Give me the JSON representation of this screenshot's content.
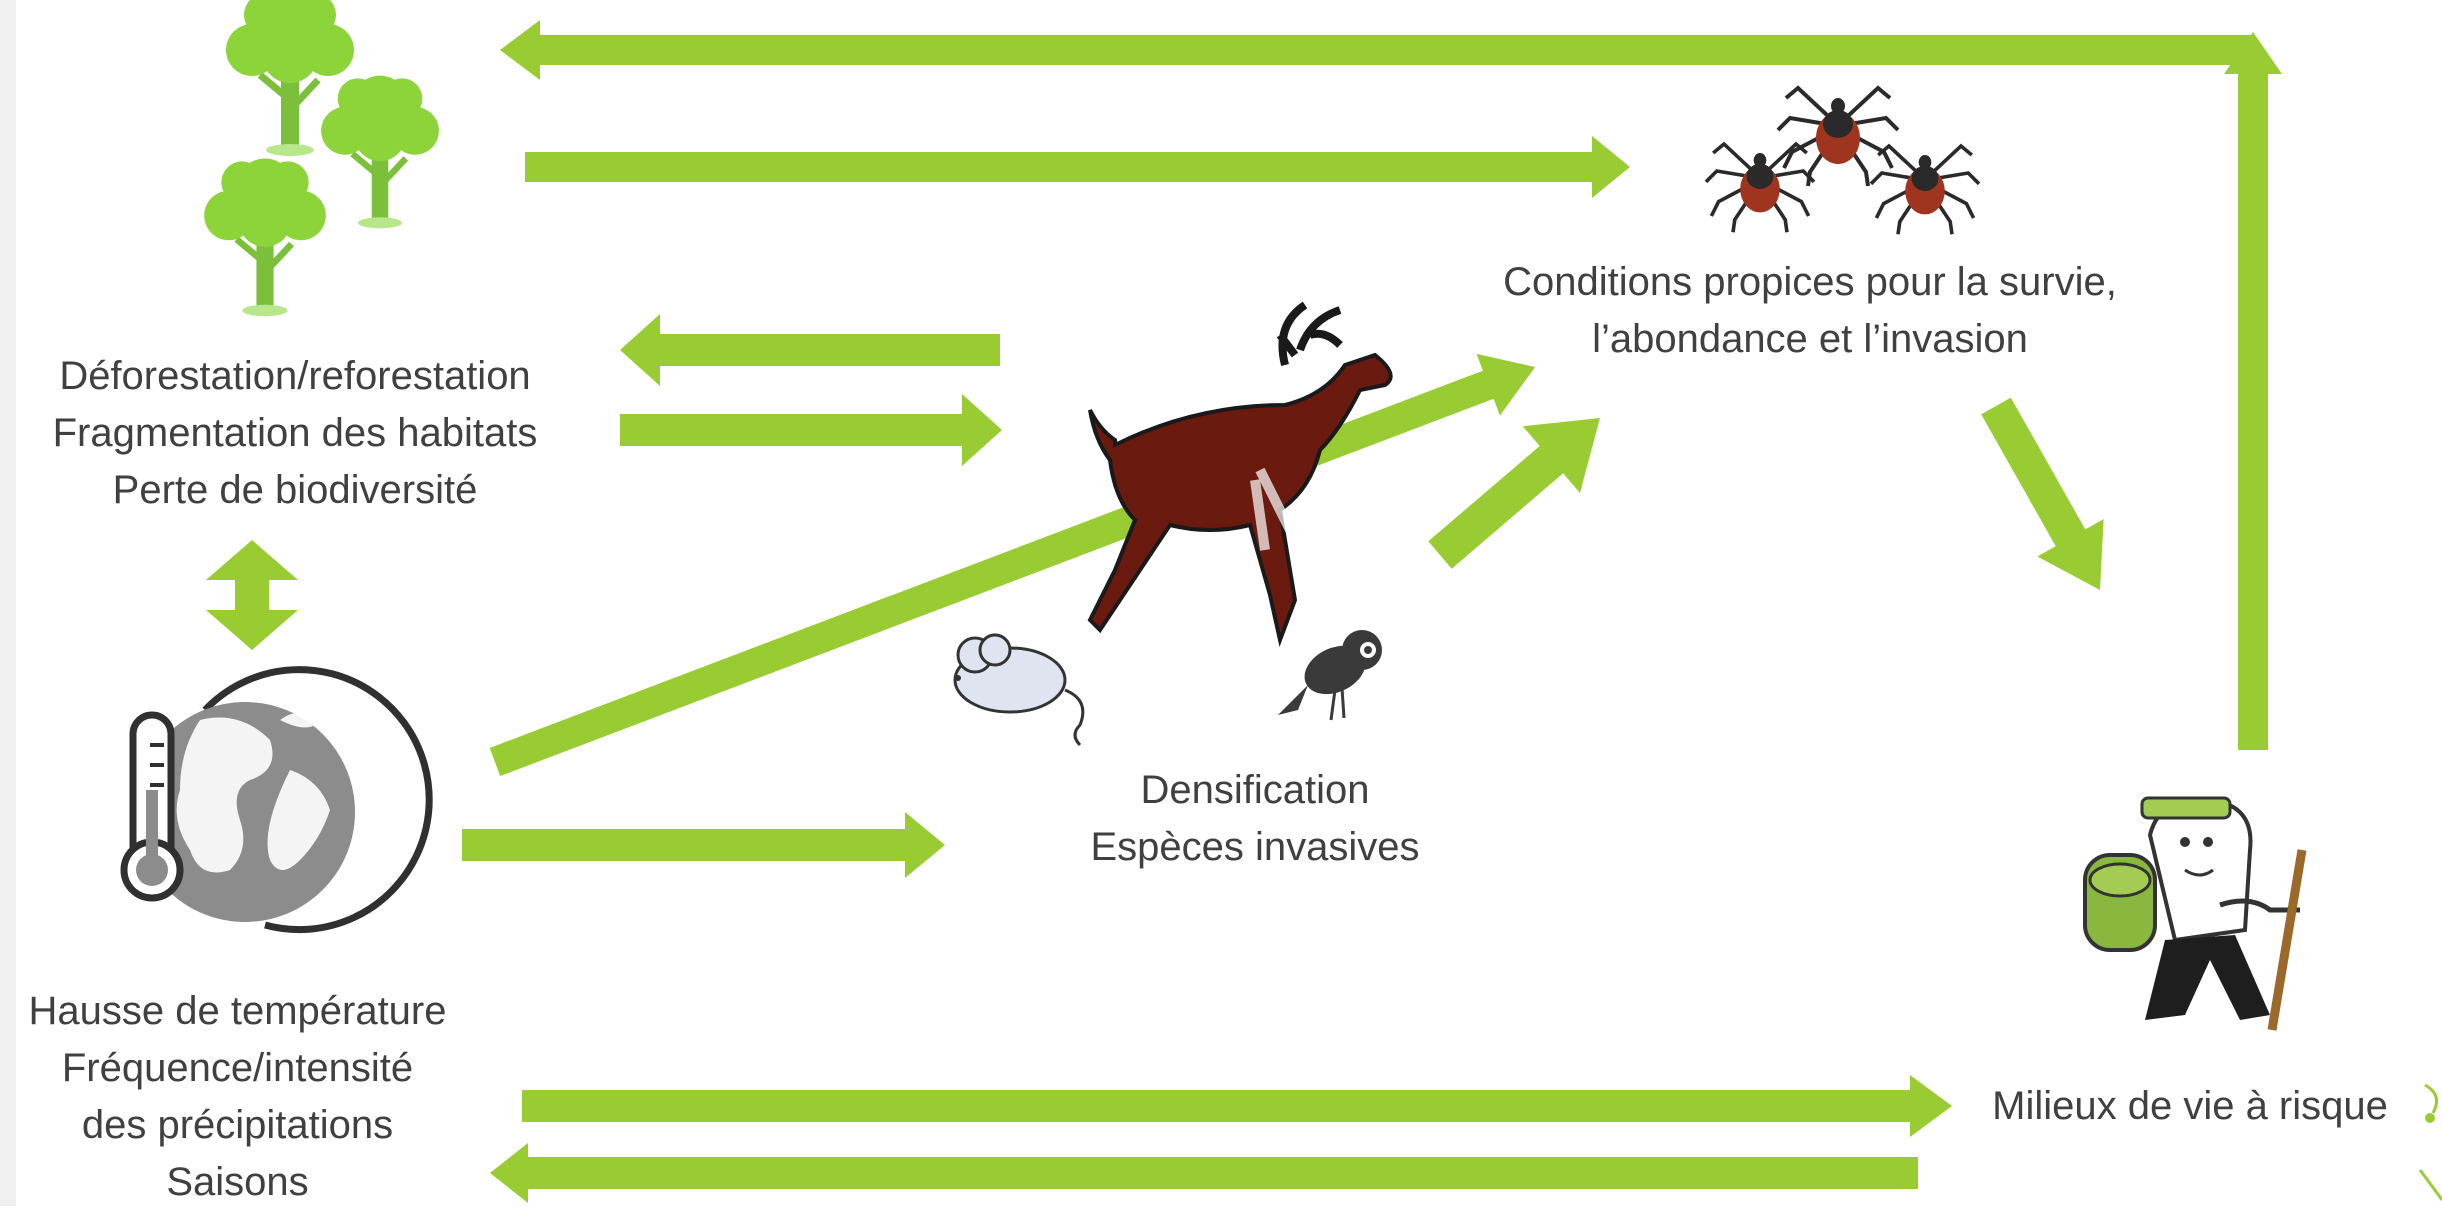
{
  "colors": {
    "arrow": "#99cc33",
    "tree_green": "#8cd43a",
    "tree_trunk": "#7bbf3a",
    "tick_body": "#a0351f",
    "tick_dark": "#2a2a2a",
    "deer": "#6b1a10",
    "globe_gray": "#8c8c8c",
    "text": "#404040"
  },
  "nodes": {
    "habitat": {
      "icon": "trees-icon",
      "lines": [
        "Déforestation/reforestation",
        "Fragmentation des habitats",
        "Perte de biodiversité"
      ]
    },
    "climate": {
      "icon": "thermometer-globe-icon",
      "lines": [
        "Hausse de température",
        "Fréquence/intensité",
        "des précipitations",
        "Saisons"
      ]
    },
    "hosts": {
      "icon": "deer-mouse-bird-icon",
      "lines": [
        "Densification",
        "Espèces invasives"
      ]
    },
    "ticks": {
      "icon": "ticks-icon",
      "lines": [
        "Conditions propices pour la survie,",
        "l’abondance et l’invasion"
      ]
    },
    "humans": {
      "icon": "hiker-icon",
      "lines": [
        "Milieux de vie à risque"
      ]
    }
  }
}
